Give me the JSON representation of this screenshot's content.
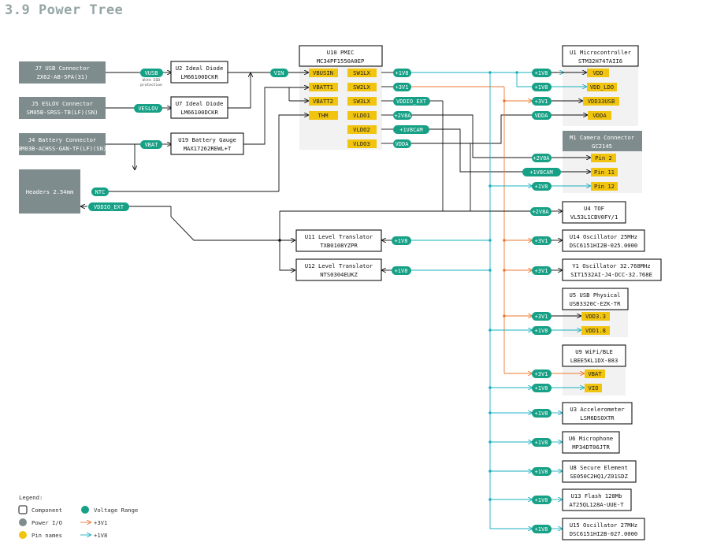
{
  "title": "3.9 Power Tree",
  "colors": {
    "component": "#111111",
    "power_io": "#7f8c8d",
    "pin": "#f1c40f",
    "voltage": "#16a085",
    "rail_3v1": "#ee7733",
    "rail_1v8": "#1ab0c0"
  },
  "io": {
    "j7": [
      "J7 USB Connector",
      "ZX62-AB-5PA(31)"
    ],
    "j5": [
      "J5 ESLOV Connector",
      "SM05B-SRSS-TB(LF)(SN)"
    ],
    "j4": [
      "J4 Battery Connector",
      "BM03B-ACHSS-GAN-TF(LF)(SN)"
    ],
    "hdr": [
      "Headers 2.54mm"
    ],
    "m1": [
      "M1 Camera Connector",
      "GC2145"
    ]
  },
  "comp": {
    "u2": [
      "U2 Ideal Diode",
      "LM66100DCKR"
    ],
    "u7": [
      "U7 Ideal Diode",
      "LM66100DCKR"
    ],
    "u19": [
      "U19 Battery Gauge",
      "MAX17262REWL+T"
    ],
    "u10": [
      "U10 PMIC",
      "MC34PF1550A0EP"
    ],
    "u11": [
      "U11 Level Translator",
      "TXB0108YZPR"
    ],
    "u12": [
      "U12 Level Translator",
      "NTS0304EUKZ"
    ],
    "u1": [
      "U1 Microcontroller",
      "STM32H747AII6"
    ],
    "u4": [
      "U4 TOF",
      "VL53L1CBV0FY/1"
    ],
    "u14": [
      "U14 Oscillator 25MHz",
      "DSC6151HI2B-025.0000"
    ],
    "y1": [
      "Y1 Oscillator 32.768MHz",
      "SIT1532AI-J4-DCC-32.768E"
    ],
    "u5": [
      "U5 USB Physical",
      "USB3320C-EZK-TR"
    ],
    "u9": [
      "U9 WiFi/BLE",
      "LBEE5KL1DX-883"
    ],
    "u3": [
      "U3 Accelerometer",
      "LSM6DSOXTR"
    ],
    "u6": [
      "U6 Microphone",
      "MP34DT06JTR"
    ],
    "u8": [
      "U8 Secure Element",
      "SE050C2HQ1/Z01SDZ"
    ],
    "u13": [
      "U13 Flash 128Mb",
      "AT25QL128A-UUE-T"
    ],
    "u15": [
      "U15 Oscillator 27MHz",
      "DSC6151HI2B-027.0000"
    ]
  },
  "pills": {
    "vusb": "VUSB",
    "veslov": "VESLOV",
    "vbat": "VBAT",
    "vin": "VIN",
    "ntc": "NTC",
    "vddio_ext_left": "VDDIO_EXT",
    "r1v8_sw1": "+1V8",
    "r3v1_sw2": "+3V1",
    "vddio_ext_sw3": "VDDIO_EXT",
    "r2v8a_ldo1": "+2V8A",
    "r1v8cam_ldo2": "+1V8CAM",
    "vdda_ldo3": "VDDA",
    "u11_1v8": "+1V8",
    "u12_1v8": "+1V8",
    "u1_vdd": "+1V8",
    "u1_vddldo": "+1V8",
    "u1_vdd33": "+3V1",
    "u1_vdda": "VDDA",
    "m1_pin2": "+2V8A",
    "m1_pin11": "+1V8CAM",
    "m1_pin12": "+1V8",
    "u4": "+2V8A",
    "u14": "+3V1",
    "y1": "+3V1",
    "u5_33": "+3V1",
    "u5_18": "+1V8",
    "u9_vbat": "+3V1",
    "u9_vio": "+1V8",
    "u3": "+1V8",
    "u6": "+1V8",
    "u8": "+1V8",
    "u13": "+1V8",
    "u15": "+1V8"
  },
  "pins": {
    "vbusin": "VBUSIN",
    "vbatt1": "VBATT1",
    "vbatt2": "VBATT2",
    "thm": "THM",
    "sw1lx": "SW1LX",
    "sw2lx": "SW2LX",
    "sw3lx": "SW3LX",
    "vldo1": "VLDO1",
    "vldo2": "VLDO2",
    "vldo3": "VLDO3",
    "vdd": "VDD",
    "vdd_ldo": "VDD_LDO",
    "vdd33usb": "VDD33USB",
    "vdda": "VDDA",
    "pin2": "Pin 2",
    "pin11": "Pin 11",
    "pin12": "Pin 12",
    "vdd33": "VDD3.3",
    "vdd18": "VDD1.8",
    "vbat": "VBAT",
    "vio": "VIO"
  },
  "esd_note": [
    "With ESD",
    "protection"
  ],
  "legend": {
    "title": "Legend:",
    "component": "Component",
    "power_io": "Power I/O",
    "pin_names": "Pin names",
    "voltage_range": "Voltage Range",
    "rail_3v1": "+3V1",
    "rail_1v8": "+1V8"
  }
}
